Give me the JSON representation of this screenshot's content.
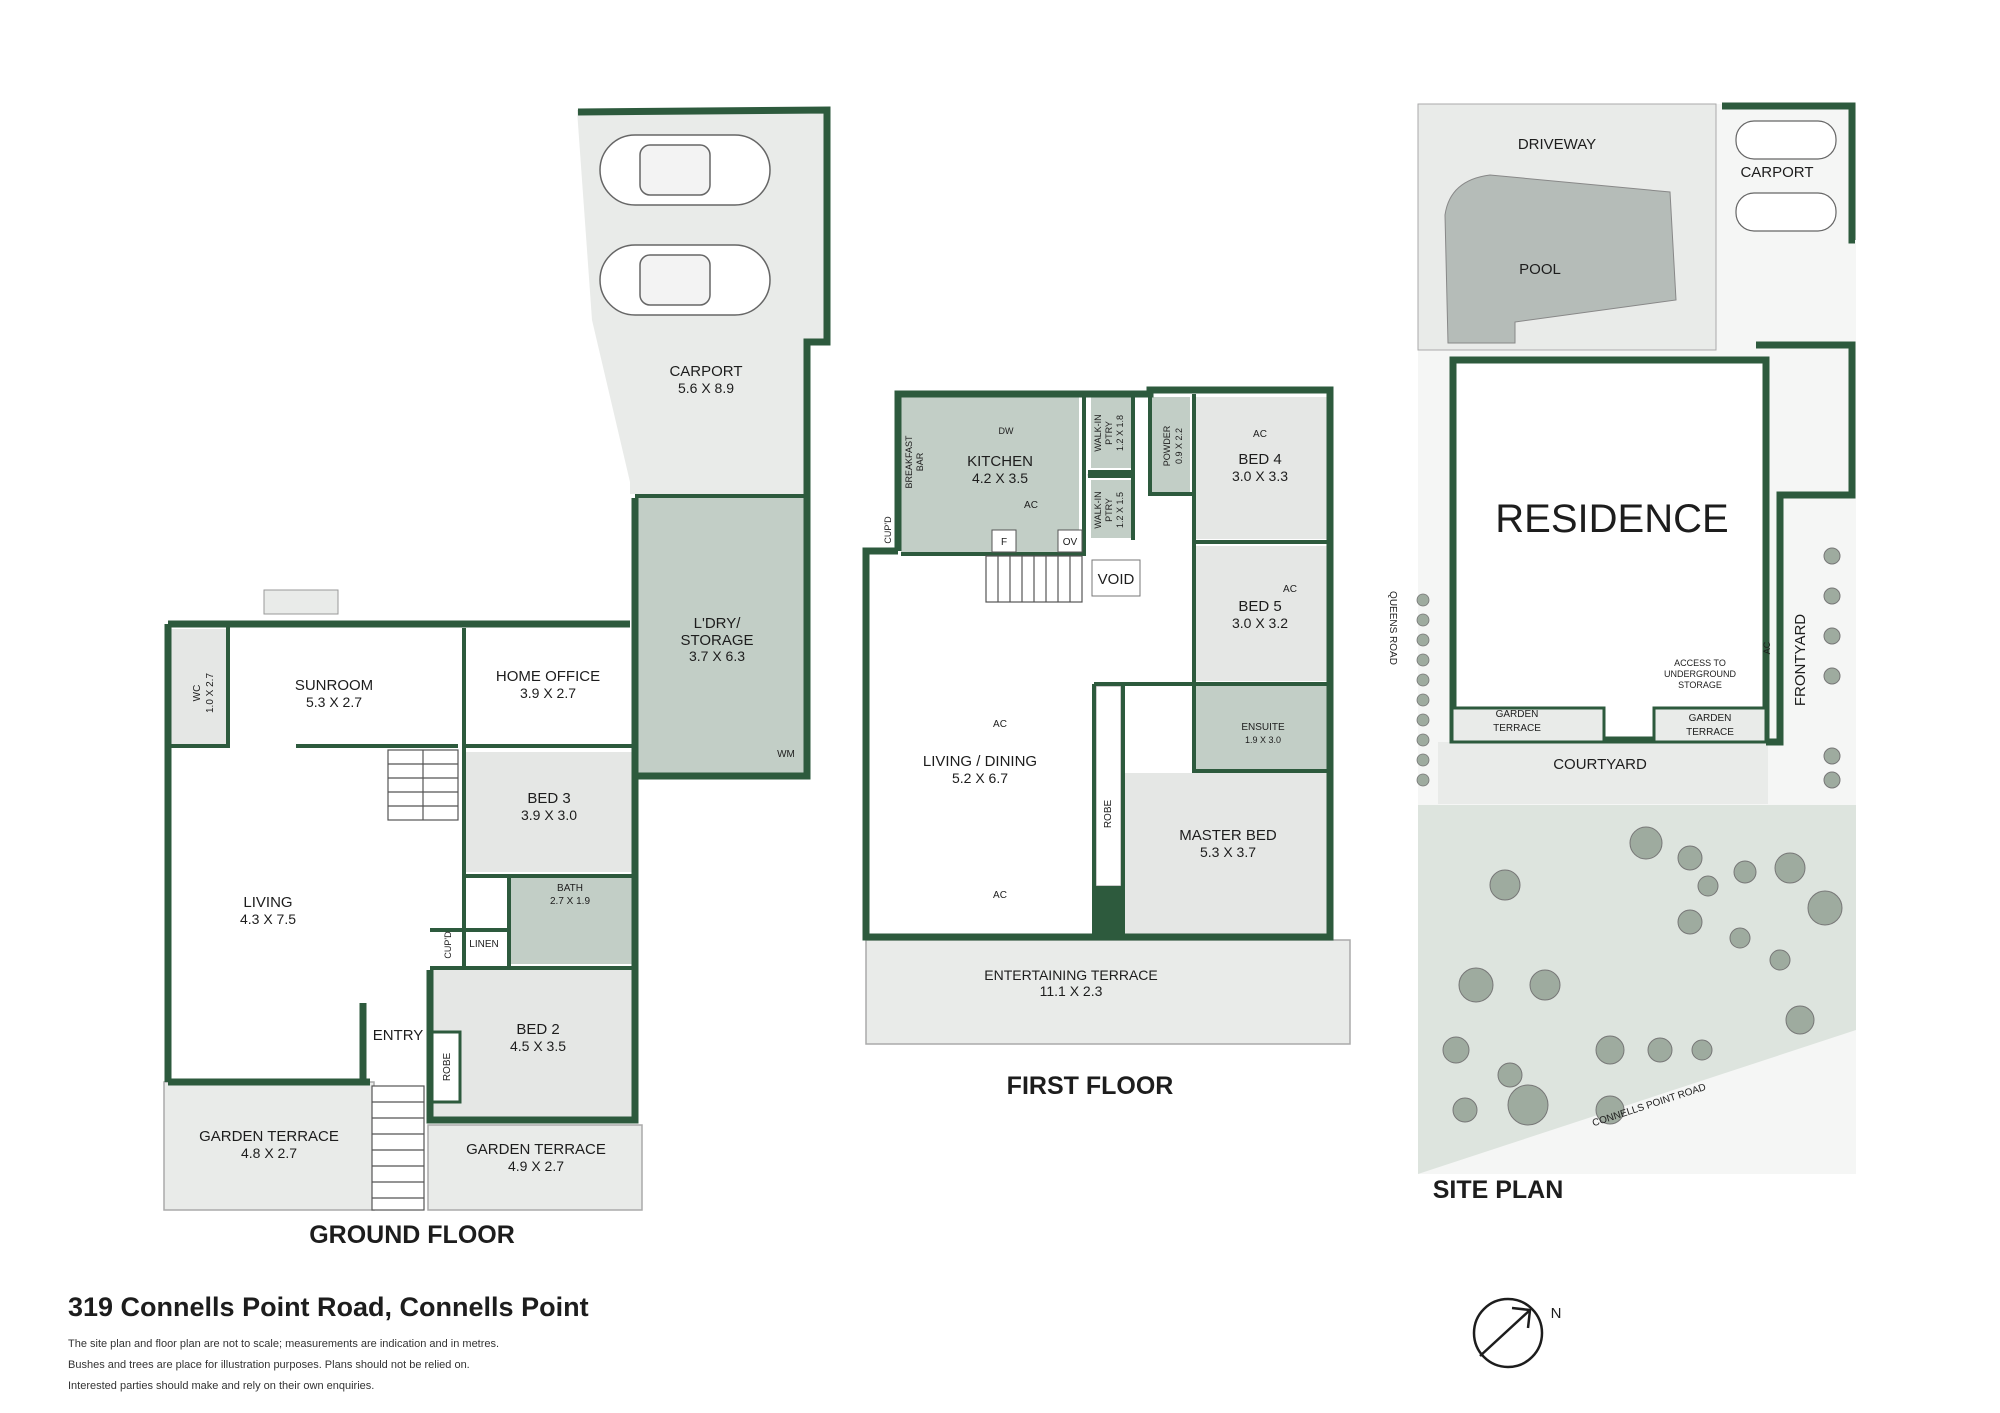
{
  "address": "319 Connells Point Road, Connells Point",
  "disclaimer": [
    "The site plan and floor plan are not to scale; measurements are indication and in metres.",
    "Bushes and trees are place for illustration purposes. Plans should not be relied on.",
    "Interested parties should make and rely on their own enquiries."
  ],
  "floor_titles": {
    "ground": "GROUND FLOOR",
    "first": "FIRST FLOOR",
    "site": "SITE PLAN"
  },
  "compass_letter": "N",
  "ground_floor": {
    "carport": {
      "name": "CARPORT",
      "dim": "5.6 X 8.9"
    },
    "laundry": {
      "name1": "L'DRY/",
      "name2": "STORAGE",
      "dim": "3.7 X 6.3",
      "wm": "WM"
    },
    "sunroom": {
      "name": "SUNROOM",
      "dim": "5.3 X 2.7"
    },
    "wc": {
      "name": "WC",
      "dim": "1.0 X 2.7"
    },
    "home_office": {
      "name": "HOME OFFICE",
      "dim": "3.9 X 2.7"
    },
    "bed3": {
      "name": "BED 3",
      "dim": "3.9 X 3.0"
    },
    "bath": {
      "name": "BATH",
      "dim": "2.7 X 1.9"
    },
    "living": {
      "name": "LIVING",
      "dim": "4.3 X 7.5"
    },
    "cupd": "CUP'D",
    "linen": "LINEN",
    "entry": "ENTRY",
    "bed2": {
      "name": "BED 2",
      "dim": "4.5 X 3.5"
    },
    "robe": "ROBE",
    "garden_terrace_left": {
      "name": "GARDEN TERRACE",
      "dim": "4.8 X 2.7"
    },
    "garden_terrace_right": {
      "name": "GARDEN TERRACE",
      "dim": "4.9 X 2.7"
    }
  },
  "first_floor": {
    "kitchen": {
      "name": "KITCHEN",
      "dim": "4.2 X 3.5"
    },
    "dw": "DW",
    "breakfast_bar": {
      "line1": "BREAKFAST",
      "line2": "BAR"
    },
    "cupd": "CUP'D",
    "walk_in_1": {
      "line1": "WALK-IN",
      "line2": "PTRY",
      "dim": "1.2 X 1.8"
    },
    "walk_in_2": {
      "line1": "WALK-IN",
      "line2": "PTRY",
      "dim": "1.2 X 1.5"
    },
    "powder": {
      "name": "POWDER",
      "dim": "0.9 X 2.2"
    },
    "bed4": {
      "name": "BED 4",
      "dim": "3.0 X 3.3"
    },
    "bed5": {
      "name": "BED 5",
      "dim": "3.0 X 3.2"
    },
    "ensuite": {
      "name": "ENSUITE",
      "dim": "1.9 X 3.0"
    },
    "living_dining": {
      "name": "LIVING / DINING",
      "dim": "5.2 X 6.7"
    },
    "master_bed": {
      "name": "MASTER BED",
      "dim": "5.3 X 3.7"
    },
    "robe": "ROBE",
    "void": "VOID",
    "fridge": "F",
    "oven": "OV",
    "ac": "AC",
    "entertaining_terrace": {
      "name": "ENTERTAINING  TERRACE",
      "dim": "11.1 X 2.3"
    }
  },
  "site_plan": {
    "driveway": "DRIVEWAY",
    "carport": "CARPORT",
    "pool": "POOL",
    "residence": "RESIDENCE",
    "queens_road": "QUEENS ROAD",
    "frontyard": "FRONTYARD",
    "ac": "AC",
    "access": [
      "ACCESS TO",
      "UNDERGROUND",
      "STORAGE"
    ],
    "garden_terrace_left": [
      "GARDEN",
      "TERRACE"
    ],
    "garden_terrace_right": [
      "GARDEN",
      "TERRACE"
    ],
    "courtyard": "COURTYARD",
    "connells_point_road": "CONNELLS POINT ROAD"
  }
}
